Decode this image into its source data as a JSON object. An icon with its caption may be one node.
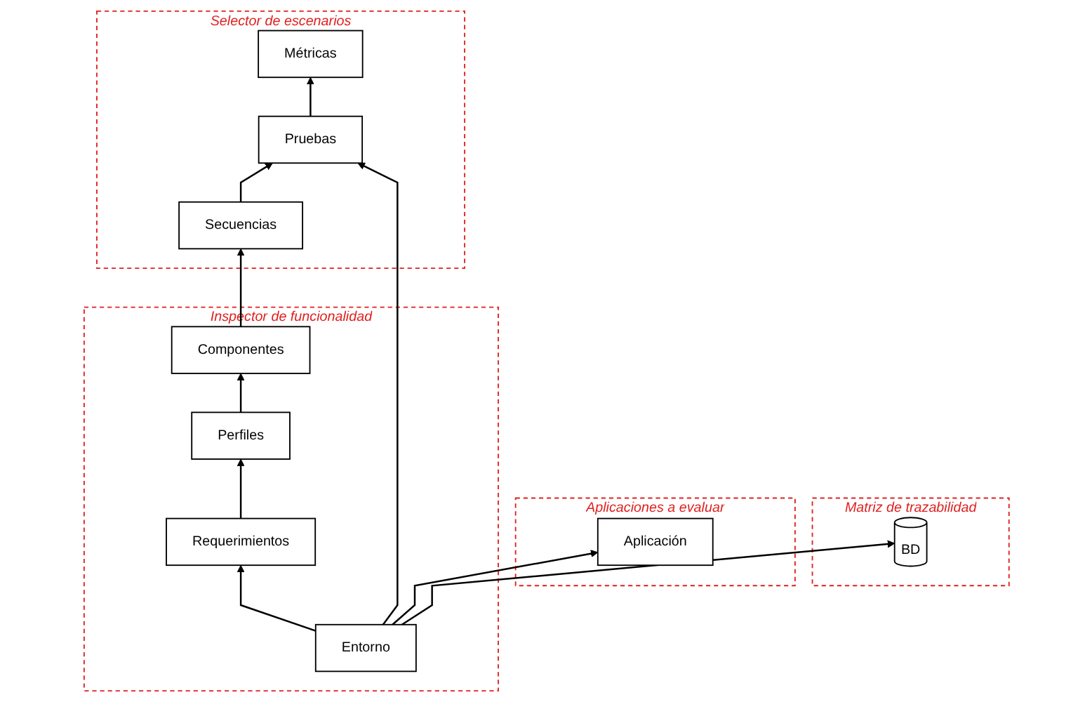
{
  "diagram": {
    "nodes": [
      {
        "text": [
          "Selector de escenarios"
        ]
      },
      {
        "text": [
          "Métricas"
        ],
        "in": 0
      },
      {
        "text": [
          "Pruebas"
        ],
        "in": 0
      },
      {
        "text": [
          "Secuencias"
        ],
        "in": 0
      },
      {
        "text": [
          "Inspector de funcionalidad"
        ]
      },
      {
        "text": [
          "Entorno"
        ],
        "in": 4
      },
      {
        "text": [
          "Requerimientos"
        ],
        "in": 4
      },
      {
        "text": [
          "Perfiles"
        ],
        "in": 4
      },
      {
        "text": [
          "Componentes"
        ],
        "in": 4
      },
      {
        "text": [
          "Aplicaciones a evaluar"
        ]
      },
      {
        "text": [
          "Aplicación"
        ],
        "in": 9
      },
      {
        "text": [
          "Matriz de trazabilidad"
        ]
      },
      {
        "text": [
          "BD"
        ],
        "in": 11
      }
    ],
    "edges": [
      {
        "from": 3,
        "to": 2,
        "arrow": "to"
      },
      {
        "from": 2,
        "to": 1,
        "arrow": "to"
      },
      {
        "from": 5,
        "to": 2,
        "arrow": "to"
      },
      {
        "from": 5,
        "to": 6,
        "arrow": "to"
      },
      {
        "from": 6,
        "to": 7,
        "arrow": "to"
      },
      {
        "from": 7,
        "to": 8,
        "arrow": "to"
      },
      {
        "from": 8,
        "to": 3,
        "arrow": "to"
      },
      {
        "from": 5,
        "to": 10,
        "arrow": "to"
      },
      {
        "from": 5,
        "to": 12,
        "arrow": "to"
      }
    ]
  }
}
